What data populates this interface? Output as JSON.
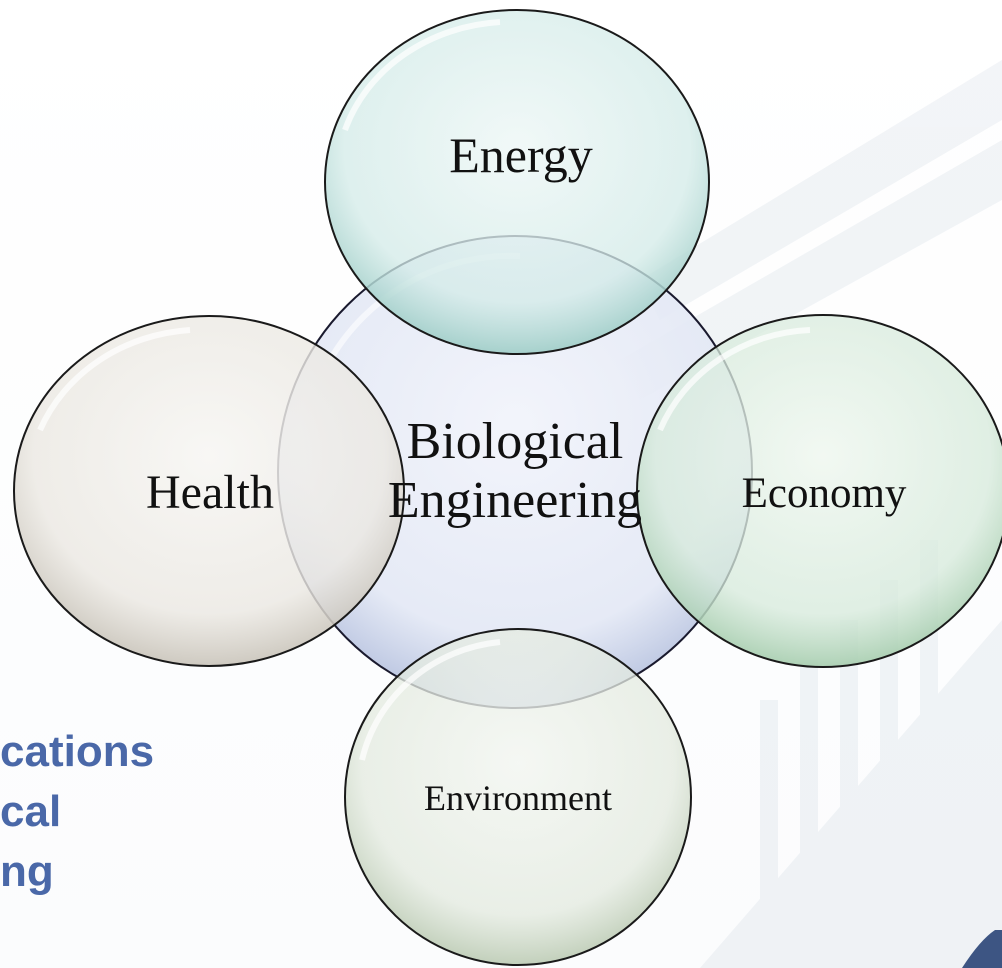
{
  "diagram": {
    "center": {
      "line1": "Biological",
      "line2": "Engineering"
    },
    "nodes": {
      "top": "Energy",
      "left": "Health",
      "right": "Economy",
      "bottom": "Environment"
    }
  },
  "side_title": {
    "line1": "cations",
    "line2": "cal",
    "line3": "ng"
  },
  "colors": {
    "title_text": "#4a68a8",
    "center_fill": "#d6ddf0",
    "energy_fill": "#bfe0dc",
    "health_fill": "#e6e3dc",
    "economy_fill": "#c8dfcb",
    "environment_fill": "#d9e2d4"
  }
}
